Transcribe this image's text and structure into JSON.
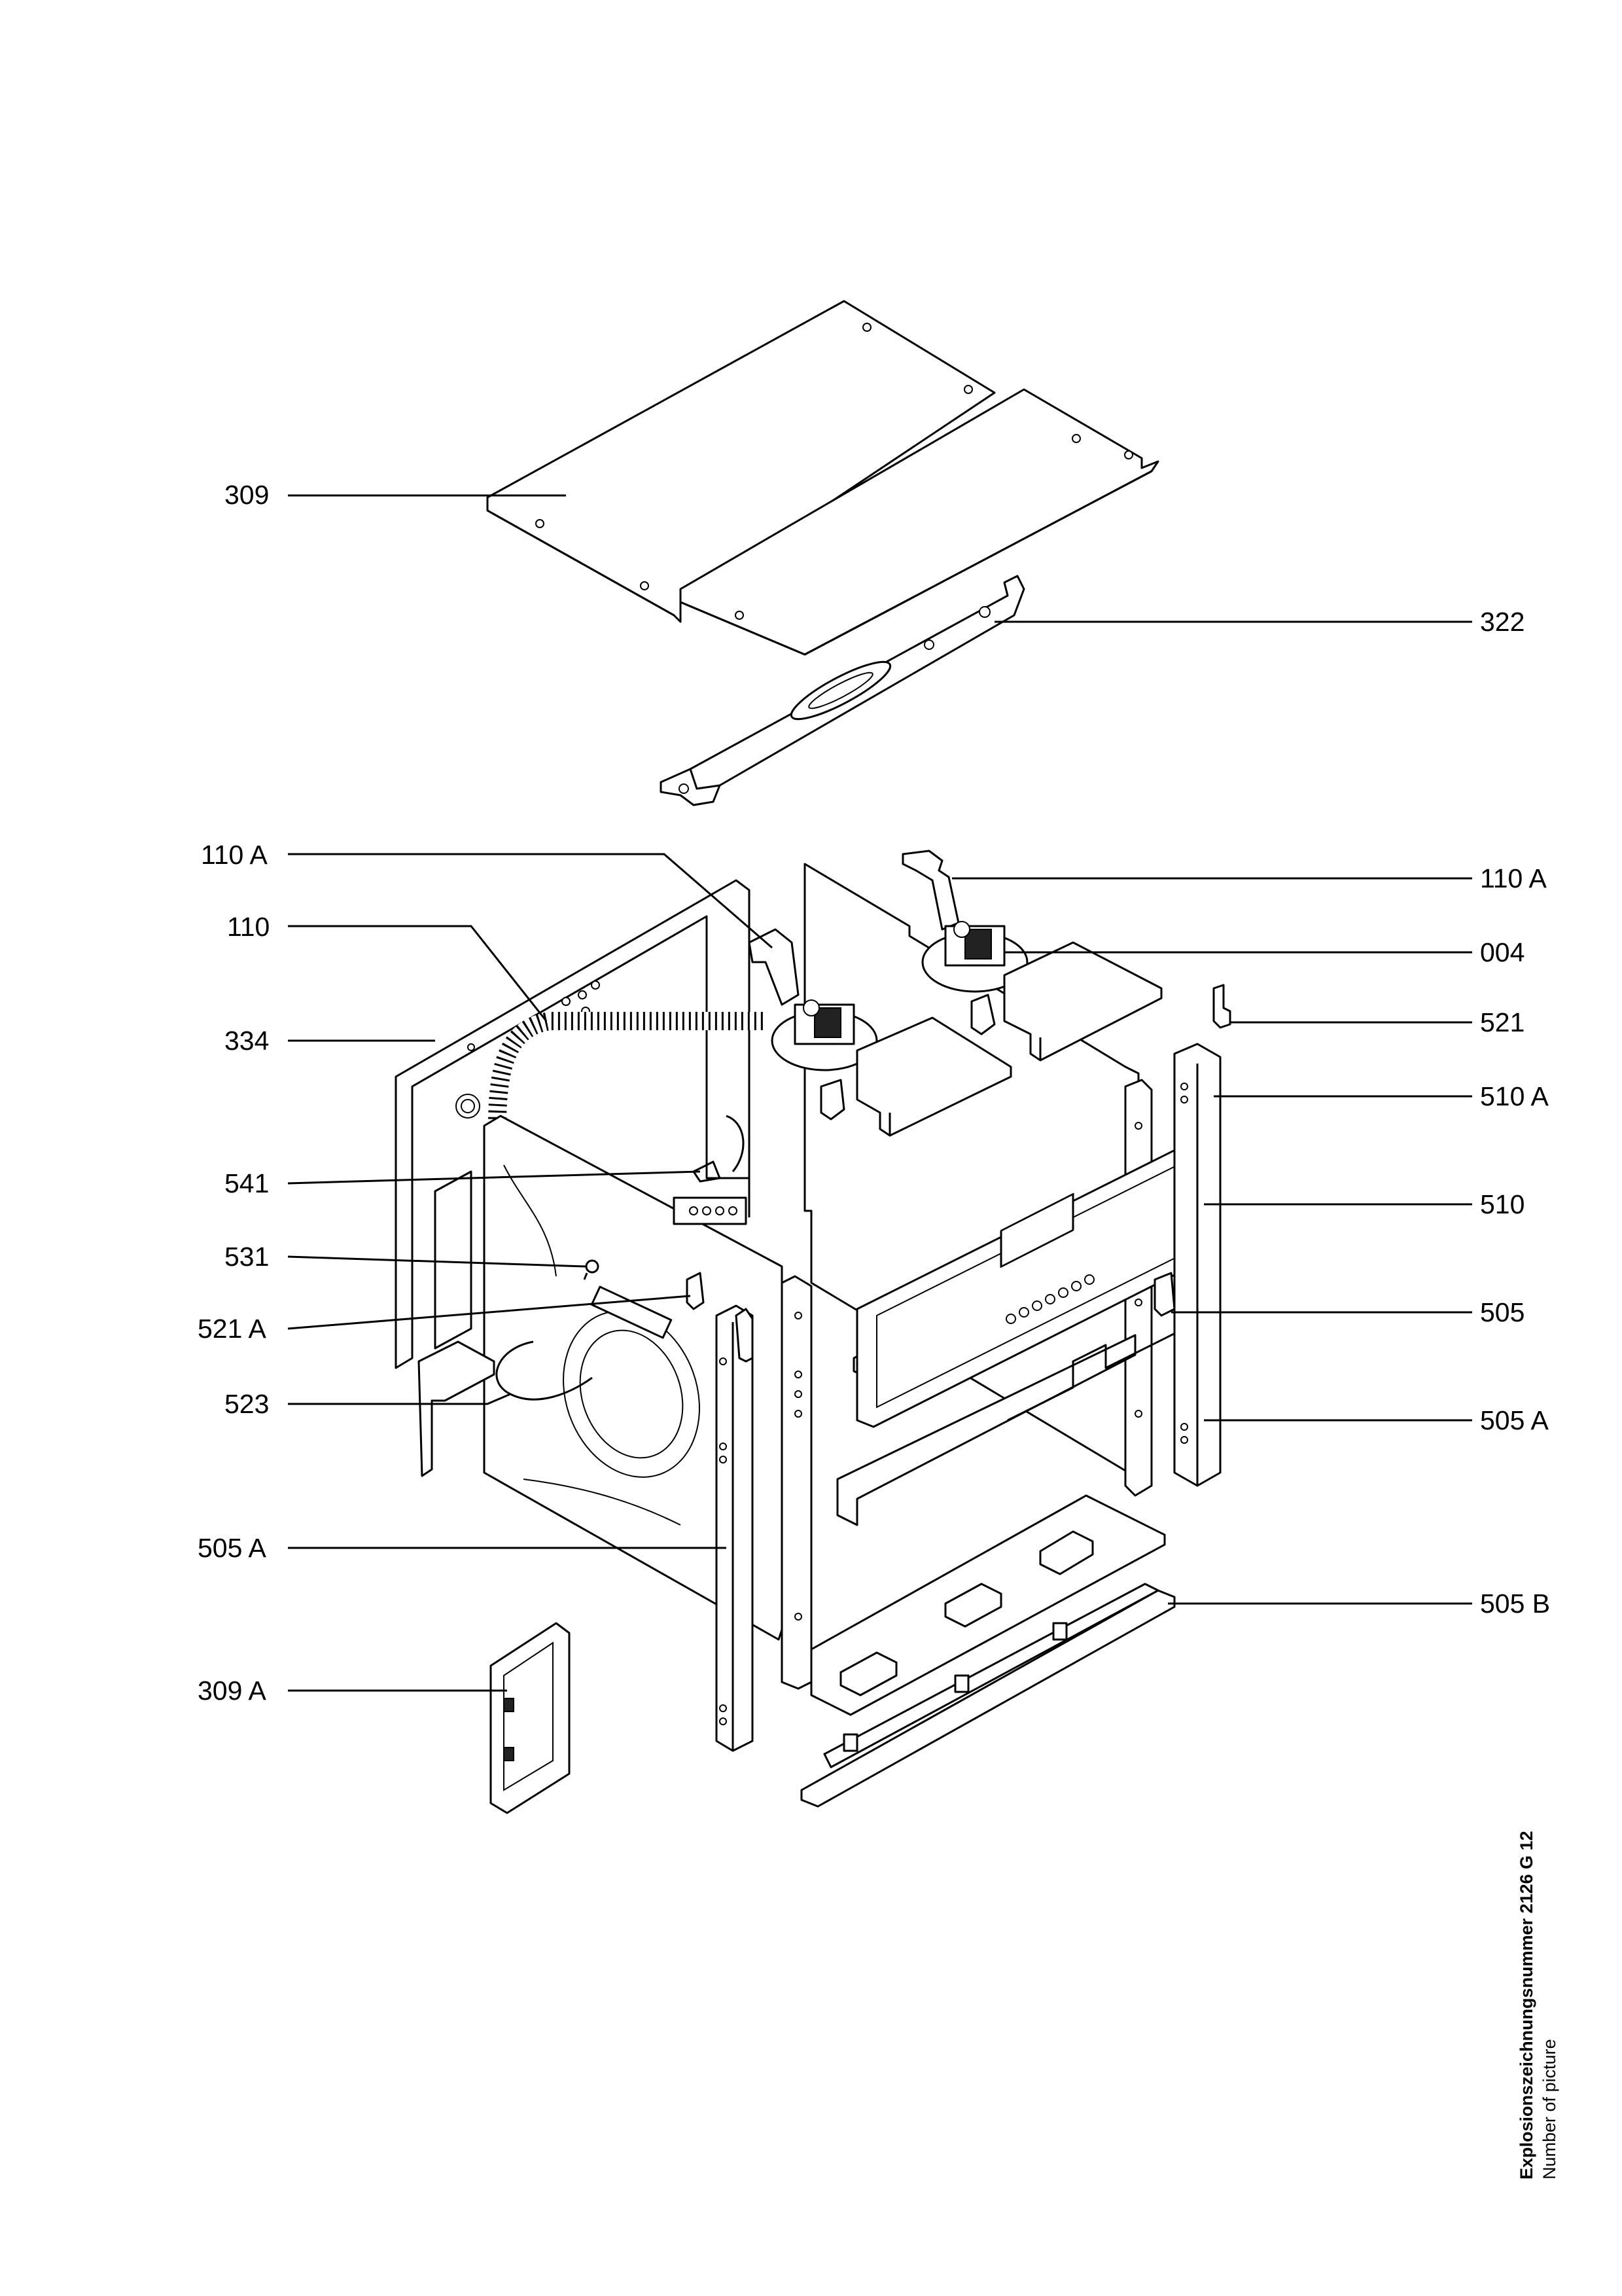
{
  "labels": {
    "l309": "309",
    "l322": "322",
    "l110A_left": "110 A",
    "l110": "110",
    "l334": "334",
    "l541": "541",
    "l531": "531",
    "l521A": "521 A",
    "l523": "523",
    "l505A_left": "505 A",
    "l309A": "309 A",
    "l110A_right": "110 A",
    "l004": "004",
    "l521": "521",
    "l510A": "510 A",
    "l510": "510",
    "l505": "505",
    "l505A_right": "505 A",
    "l505B": "505 B"
  },
  "picture_number": {
    "german": "Explosionszeichnungsnummer 2126 G 12",
    "english": "Number of picture"
  }
}
